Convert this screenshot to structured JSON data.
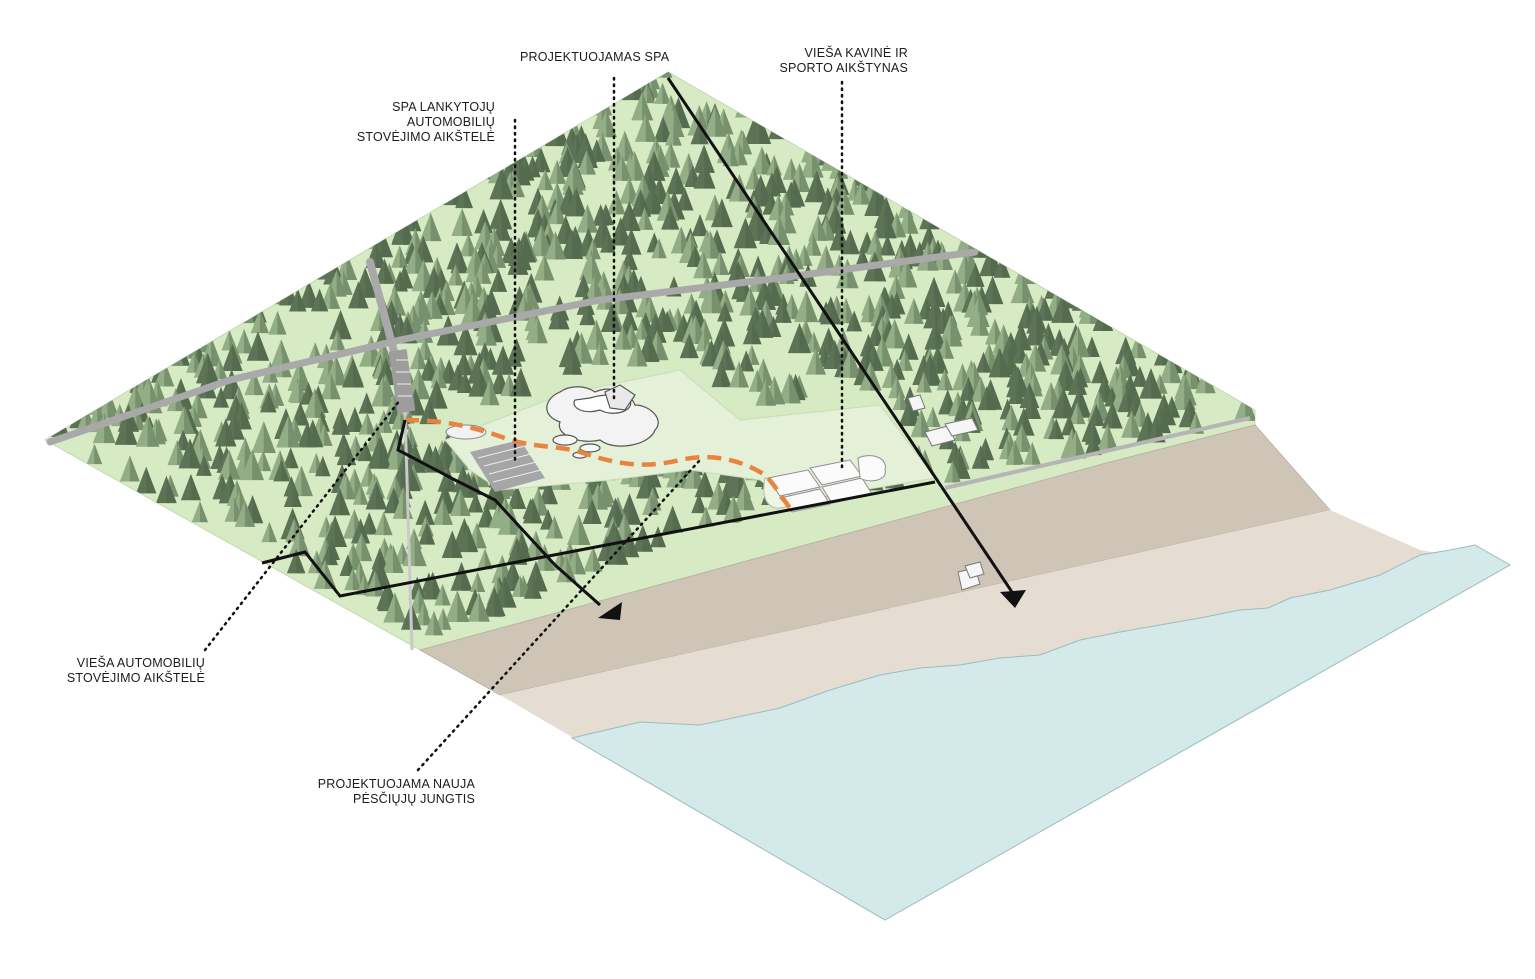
{
  "labels": {
    "spa": [
      "PROJEKTUOJAMAS SPA"
    ],
    "spa_parking": [
      "SPA LANKYTOJŲ",
      "AUTOMOBILIŲ",
      "STOVĖJIMO AIKŠTELĖ"
    ],
    "cafe": [
      "VIEŠA KAVINĖ IR",
      "SPORTO AIKŠTYNAS"
    ],
    "public_parking": [
      "VIEŠA AUTOMOBILIŲ",
      "STOVĖJIMO AIKŠTELĖ"
    ],
    "footpath": [
      "PROJEKTUOJAMA  NAUJA",
      "PĖSČIŲJŲ JUNGTIS"
    ]
  },
  "colors": {
    "grass": "#d6eac3",
    "clearing": "#e4f0d8",
    "sand_dark": "#cfc5b6",
    "sand_light": "#e6ddd2",
    "water": "#d3e9ea",
    "road": "#a9a9a9",
    "tree_dark": "#5c7356",
    "tree_light": "#93ad86",
    "path_orange": "#e8843d",
    "route_black": "#111111"
  }
}
